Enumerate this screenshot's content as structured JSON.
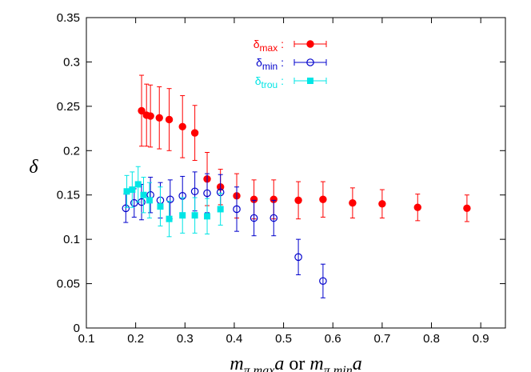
{
  "chart_data": {
    "type": "scatter",
    "xlabel": "mπ maxa  or  mπ mina",
    "ylabel": "δ",
    "xlim": [
      0.1,
      0.95
    ],
    "ylim": [
      0,
      0.35
    ],
    "x_ticks": [
      "0.1",
      "0.2",
      "0.3",
      "0.4",
      "0.5",
      "0.6",
      "0.7",
      "0.8",
      "0.9"
    ],
    "y_ticks": [
      "0",
      "0.05",
      "0.1",
      "0.15",
      "0.2",
      "0.25",
      "0.3",
      "0.35"
    ],
    "grid": false,
    "legend_position": "top-center",
    "series": [
      {
        "name": "δmax :",
        "label_base": "δ",
        "label_sub": "max",
        "label_suffix": " :",
        "color": "#ff0000",
        "marker": "filled-circle",
        "points": [
          {
            "x": 0.212,
            "y": 0.245,
            "err": 0.04
          },
          {
            "x": 0.222,
            "y": 0.24,
            "err": 0.035
          },
          {
            "x": 0.23,
            "y": 0.239,
            "err": 0.035
          },
          {
            "x": 0.248,
            "y": 0.237,
            "err": 0.035
          },
          {
            "x": 0.268,
            "y": 0.235,
            "err": 0.035
          },
          {
            "x": 0.295,
            "y": 0.227,
            "err": 0.035
          },
          {
            "x": 0.32,
            "y": 0.22,
            "err": 0.031
          },
          {
            "x": 0.345,
            "y": 0.168,
            "err": 0.03
          },
          {
            "x": 0.372,
            "y": 0.159,
            "err": 0.02
          },
          {
            "x": 0.405,
            "y": 0.149,
            "err": 0.025
          },
          {
            "x": 0.44,
            "y": 0.145,
            "err": 0.022
          },
          {
            "x": 0.48,
            "y": 0.145,
            "err": 0.022
          },
          {
            "x": 0.53,
            "y": 0.144,
            "err": 0.021
          },
          {
            "x": 0.58,
            "y": 0.145,
            "err": 0.02
          },
          {
            "x": 0.64,
            "y": 0.141,
            "err": 0.017
          },
          {
            "x": 0.7,
            "y": 0.14,
            "err": 0.016
          },
          {
            "x": 0.772,
            "y": 0.136,
            "err": 0.015
          },
          {
            "x": 0.872,
            "y": 0.135,
            "err": 0.015
          }
        ]
      },
      {
        "name": "δmin :",
        "label_base": "δ",
        "label_sub": "min",
        "label_suffix": " :",
        "color": "#0000cc",
        "marker": "open-circle",
        "points": [
          {
            "x": 0.18,
            "y": 0.135,
            "err": 0.016
          },
          {
            "x": 0.197,
            "y": 0.141,
            "err": 0.016
          },
          {
            "x": 0.212,
            "y": 0.142,
            "err": 0.02
          },
          {
            "x": 0.23,
            "y": 0.15,
            "err": 0.02
          },
          {
            "x": 0.25,
            "y": 0.144,
            "err": 0.02
          },
          {
            "x": 0.27,
            "y": 0.145,
            "err": 0.022
          },
          {
            "x": 0.295,
            "y": 0.149,
            "err": 0.022
          },
          {
            "x": 0.32,
            "y": 0.154,
            "err": 0.022
          },
          {
            "x": 0.345,
            "y": 0.152,
            "err": 0.022
          },
          {
            "x": 0.372,
            "y": 0.153,
            "err": 0.02
          },
          {
            "x": 0.405,
            "y": 0.134,
            "err": 0.025
          },
          {
            "x": 0.44,
            "y": 0.124,
            "err": 0.02
          },
          {
            "x": 0.48,
            "y": 0.124,
            "err": 0.02
          },
          {
            "x": 0.53,
            "y": 0.08,
            "err": 0.02
          },
          {
            "x": 0.58,
            "y": 0.053,
            "err": 0.019
          }
        ]
      },
      {
        "name": "δtrou :",
        "label_base": "δ",
        "label_sub": "trou",
        "label_suffix": " :",
        "color": "#00e5e5",
        "marker": "filled-square",
        "points": [
          {
            "x": 0.182,
            "y": 0.154,
            "err": 0.018
          },
          {
            "x": 0.193,
            "y": 0.156,
            "err": 0.02
          },
          {
            "x": 0.205,
            "y": 0.162,
            "err": 0.02
          },
          {
            "x": 0.216,
            "y": 0.15,
            "err": 0.02
          },
          {
            "x": 0.228,
            "y": 0.144,
            "err": 0.02
          },
          {
            "x": 0.25,
            "y": 0.137,
            "err": 0.022
          },
          {
            "x": 0.268,
            "y": 0.123,
            "err": 0.02
          },
          {
            "x": 0.295,
            "y": 0.127,
            "err": 0.02
          },
          {
            "x": 0.32,
            "y": 0.127,
            "err": 0.02
          },
          {
            "x": 0.345,
            "y": 0.126,
            "err": 0.02
          },
          {
            "x": 0.372,
            "y": 0.134,
            "err": 0.018
          }
        ]
      }
    ]
  }
}
